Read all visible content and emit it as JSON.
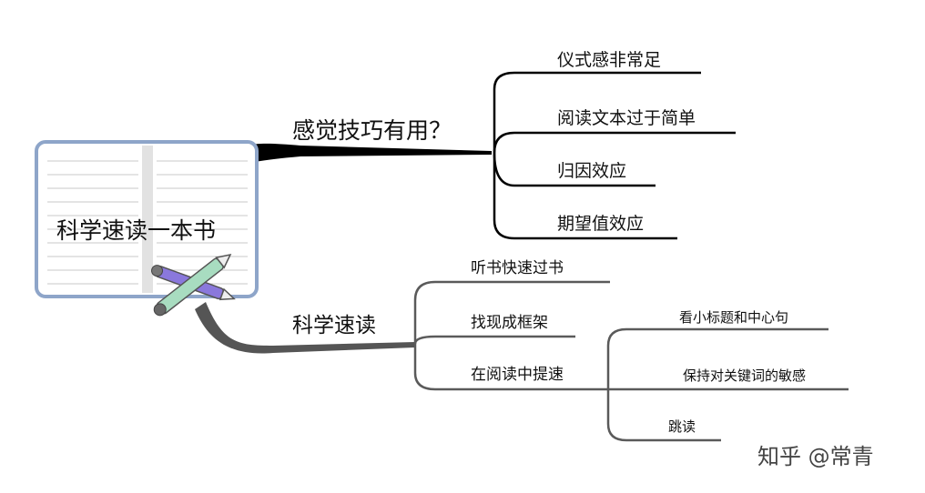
{
  "central": "科学速读一本书",
  "branches": [
    {
      "label": "感觉技巧有用？",
      "children": [
        "仪式感非常足",
        "阅读文本过于简单",
        "归因效应",
        "期望值效应"
      ]
    },
    {
      "label": "科学速读",
      "children": [
        {
          "label": "听书快速过书"
        },
        {
          "label": "找现成框架"
        },
        {
          "label": "在阅读中提速",
          "children": [
            "看小标题和中心句",
            "保持对关键词的敏感",
            "跳读"
          ]
        }
      ]
    }
  ],
  "watermark": "知乎 @常青",
  "colors": {
    "branch1": "#000000",
    "branch2": "#555555",
    "book_border": "#8ea5c9",
    "pencil_green": "#a8dcc0",
    "pencil_purple": "#8a78dc"
  }
}
